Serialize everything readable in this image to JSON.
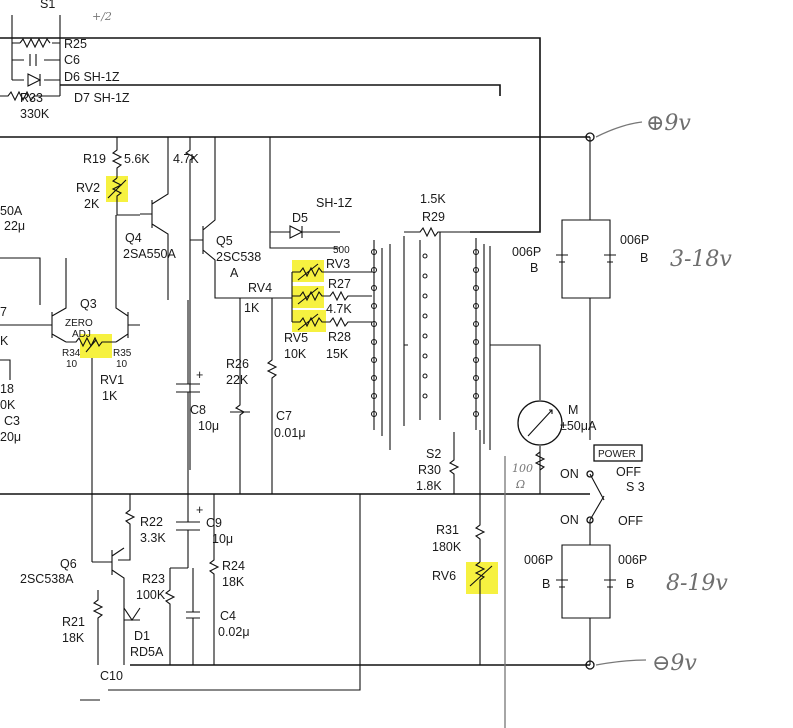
{
  "labels": {
    "r25": "R25",
    "c6": "C6",
    "d6": "D6 SH-1Z",
    "r33": "R33",
    "r33_val": "330K",
    "d7": "D7 SH-1Z",
    "r19": "R19",
    "r19_val": "5.6K",
    "r_4k7_top": "4.7K",
    "rv2": "RV2",
    "rv2_val": "2K",
    "q4": "Q4",
    "q4_type": "2SA550A",
    "q5": "Q5",
    "q5_type": "2SC538",
    "q5_sub": "A",
    "left_50a": "50A",
    "left_22u": "22μ",
    "q3": "Q3",
    "zero": "ZERO",
    "adj": "ADJ",
    "r34": "R34",
    "r34_val": "10",
    "r35": "R35",
    "r35_val": "10",
    "rv1": "RV1",
    "rv1_val": "1K",
    "left_7": "7",
    "left_k": "K",
    "left_18": "18",
    "left_0k": "0K",
    "left_c3": "C3",
    "left_20u": "20μ",
    "d5": "D5",
    "d5_type": "SH-1Z",
    "r_500": "500",
    "r_1k5": "1.5K",
    "r29": "R29",
    "rv3": "RV3",
    "r27": "R27",
    "r27_val": "4.7K",
    "rv4": "RV4",
    "rv4_val": "1K",
    "rv5": "RV5",
    "rv5_val": "10K",
    "r28": "R28",
    "r28_val": "15K",
    "r26": "R26",
    "r26_val": "22K",
    "c8": "C8",
    "c8_val": "10μ",
    "c7": "C7",
    "c7_val": "0.01μ",
    "bat1_a": "006P",
    "bat1_a_sub": "B",
    "bat1_b": "006P",
    "bat1_b_sub": "B",
    "meter": "M",
    "meter_val": "±50μA",
    "meter_sym": "M",
    "power": "POWER",
    "on1": "ON",
    "off1": "OFF",
    "s3": "S 3",
    "on2": "ON",
    "off2": "OFF",
    "s2": "S2",
    "r30": "R30",
    "r30_val": "1.8K",
    "r31": "R31",
    "r31_val": "180K",
    "rv6": "RV6",
    "bat2_a": "006P",
    "bat2_a_sub": "B",
    "bat2_b": "006P",
    "bat2_b_sub": "B",
    "r22": "R22",
    "r22_val": "3.3K",
    "c9": "C9",
    "c9_val": "10μ",
    "q6": "Q6",
    "q6_type": "2SC538A",
    "r23": "R23",
    "r23_val": "100K",
    "r24": "R24",
    "r24_val": "18K",
    "r21": "R21",
    "r21_val": "18K",
    "d1": "D1",
    "d1_type": "RD5A",
    "c4": "C4",
    "c4_val": "0.02μ",
    "c10": "C10",
    "s1": "S1"
  },
  "annotations": {
    "plus9": "⊕9v",
    "v318": "3-18v",
    "v819": "8-19v",
    "minus9": "⊖9v",
    "ohm100": "100",
    "ohm_sub": "Ω",
    "top_note": "+/2"
  }
}
